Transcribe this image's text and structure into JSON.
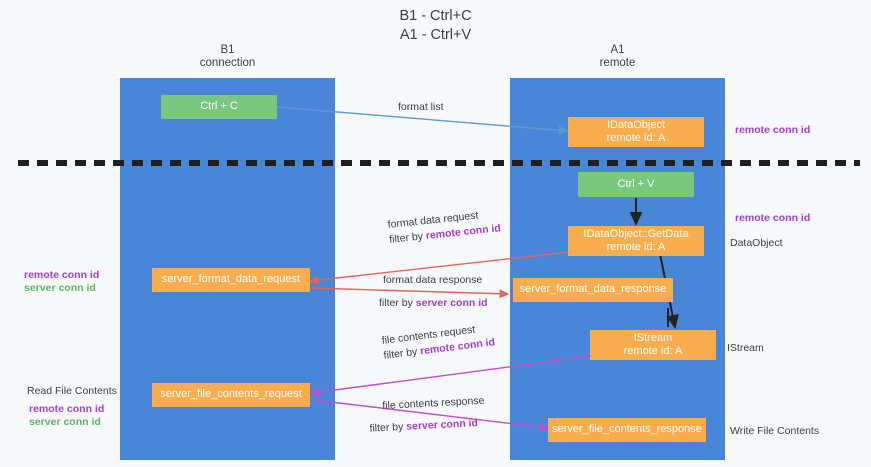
{
  "title": "B1 - Ctrl+C\nA1 - Ctrl+V",
  "lanes": [
    {
      "id": "b1",
      "header": "B1\nconnection"
    },
    {
      "id": "a1",
      "header": "A1\nremote"
    }
  ],
  "nodes": {
    "ctrl_c": "Ctrl + C",
    "idataobject": "IDataObject\nremote id: A",
    "ctrl_v": "Ctrl + V",
    "getdata": "IDataObject::GetData\nremote id: A",
    "format_request": "server_format_data_request",
    "format_response": "server_format_data_response",
    "istream": "IStream\nremote id: A",
    "file_request": "server_file_contents_request",
    "file_response": "server_file_contents_response"
  },
  "edges": {
    "format_list": "format list",
    "format_data_request": "format data request",
    "format_data_request_filter_prefix": "filter by ",
    "format_data_request_filter_key": "remote conn id",
    "format_data_response": "format data response",
    "format_data_response_filter_prefix": "filter by ",
    "format_data_response_filter_key": "server conn id",
    "file_contents_request": "file contents request",
    "file_contents_request_filter_prefix": "filter by ",
    "file_contents_request_filter_key": "remote conn id",
    "file_contents_response": "file contents response",
    "file_contents_response_filter_prefix": "filter by ",
    "file_contents_response_filter_key": "server conn id"
  },
  "annotations": {
    "right_remote_conn_id_top": "remote conn id",
    "right_remote_conn_id_mid": "remote conn id",
    "right_dataobject": "DataObject",
    "right_istream": "IStream",
    "right_write_file_contents": "Write File Contents",
    "left_remote_conn_id_mid": "remote conn id",
    "left_server_conn_id_mid": "server conn id",
    "left_read_file_contents": "Read File Contents",
    "left_remote_conn_id_bottom": "remote conn id",
    "left_server_conn_id_bottom": "server conn id"
  },
  "colors": {
    "background": "#f7f8fa",
    "lane": "#4a86d8",
    "node_green": "#7ac77f",
    "node_orange": "#f9ad4e",
    "accent_purple": "#a33fcf",
    "accent_green": "#5fb463",
    "arrow_blue": "#5b9bd5",
    "arrow_red": "#e8645a",
    "arrow_magenta": "#c04fd0",
    "arrow_dark": "#222222",
    "divider": "#1f1f1f",
    "text": "#3c4043"
  }
}
